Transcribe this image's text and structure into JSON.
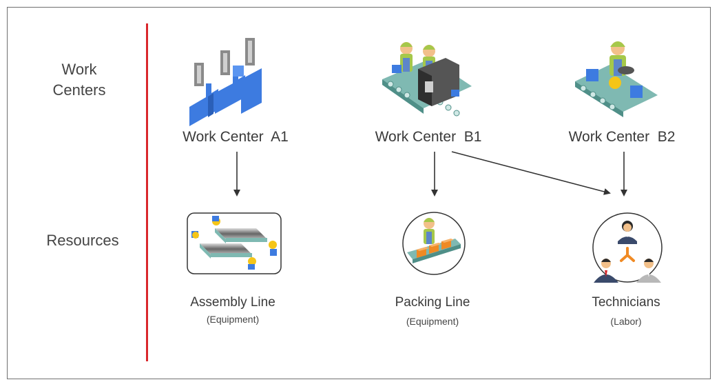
{
  "row_labels": {
    "work_centers": "Work\nCenters",
    "resources": "Resources"
  },
  "work_centers": [
    {
      "label": "Work Center  A1"
    },
    {
      "label": "Work Center  B1"
    },
    {
      "label": "Work Center  B2"
    }
  ],
  "resources": [
    {
      "label": "Assembly Line",
      "type": "(Equipment)"
    },
    {
      "label": "Packing Line",
      "type": "(Equipment)"
    },
    {
      "label": "Technicians",
      "type": "(Labor)"
    }
  ],
  "colors": {
    "divider": "#d9262b",
    "arrow": "#333333",
    "blue": "#3d7be0",
    "conveyor": "#5fb3a8"
  },
  "icons": [
    "machine-arms-icon",
    "workers-conveyor-icon",
    "worker-conveyor-icon",
    "assembly-line-icon",
    "packing-line-icon",
    "technicians-icon"
  ]
}
